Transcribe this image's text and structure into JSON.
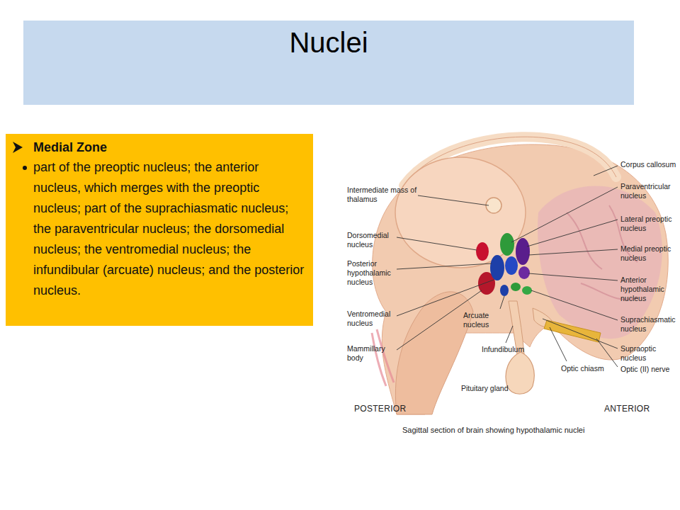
{
  "diagram": {
    "title": "Nuclei",
    "caption": "Sagittal section of brain showing hypothalamic nuclei",
    "nodes": [
      {
        "text": [
          "Medial Zone",
          "part of the preoptic nucleus;  the anterior nucleus, which merges with the preoptic nucleus; part of the suprachiasmatic nucleus;  the paraventricular nucleus;  the dorsomedial nucleus; the ventromedial nucleus; the infundibular (arcuate) nucleus; and the posterior nucleus."
        ]
      }
    ],
    "labels": [
      "Intermediate mass of thalamus",
      "Dorsomedial nucleus",
      "Posterior hypothalamic nucleus",
      "Ventromedial nucleus",
      "Mammillary body",
      "Arcuate nucleus",
      "Infundibulum",
      "Pituitary gland",
      "Optic chiasm",
      "Corpus callosum",
      "Paraventricular nucleus",
      "Lateral preoptic nucleus",
      "Medial preoptic nucleus",
      "Anterior hypothalamic nucleus",
      "Suprachiasmatic nucleus",
      "Supraoptic nucleus",
      "Optic (II) nerve",
      "POSTERIOR",
      "ANTERIOR"
    ]
  }
}
